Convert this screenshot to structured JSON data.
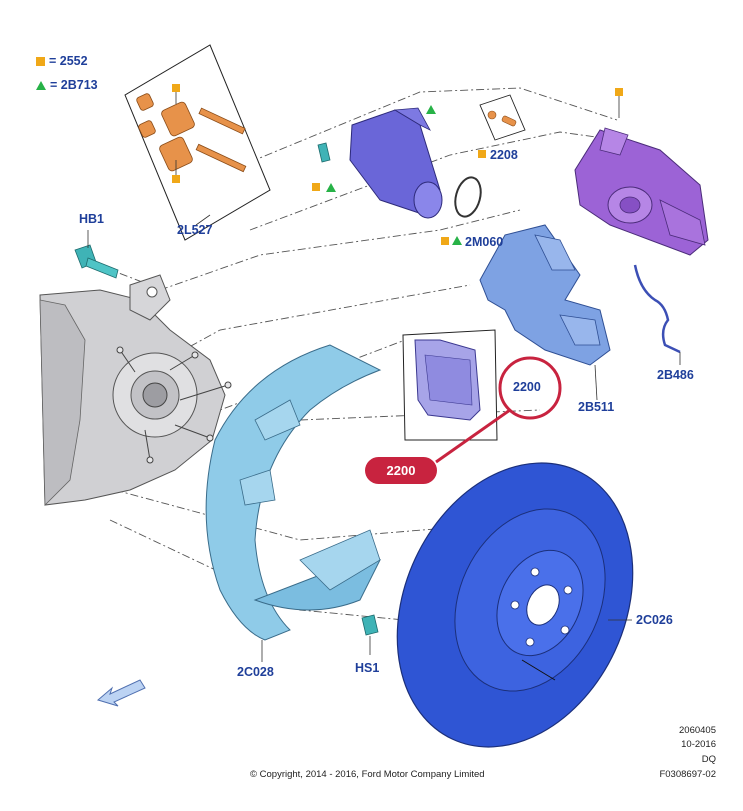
{
  "legend": [
    {
      "symbol": "square",
      "text": "= 2552"
    },
    {
      "symbol": "triangle",
      "text": "= 2B713"
    }
  ],
  "labels": {
    "caliper_pins": "2L527",
    "bolt_hb1": "HB1",
    "clip_2208": "2208",
    "seal_2m060": "2M060",
    "pads": "2200",
    "callout": "2200",
    "bracket": "2B511",
    "hose": "2B486",
    "disc": "2C026",
    "shield": "2C028",
    "screw_hs1": "HS1"
  },
  "footer": {
    "copyright": "© Copyright, 2014 - 2016, Ford Motor Company Limited",
    "code_1": "2060405",
    "date": "10-2016",
    "code_2": "DQ",
    "code_3": "F0308697-02"
  },
  "colors": {
    "label_blue": "#1f3f9a",
    "square_orange": "#f0a818",
    "triangle_green": "#27b247",
    "callout_red": "#c8233f",
    "disc_blue": "#2f55d4",
    "shield_cyan": "#8fcbe8",
    "caliper_purple": "#9c63d6",
    "bracket_blue": "#7ea2e3",
    "motor_blue": "#6a66d8",
    "pin_orange": "#e7924a",
    "hub_gray": "#c9c9cc"
  }
}
